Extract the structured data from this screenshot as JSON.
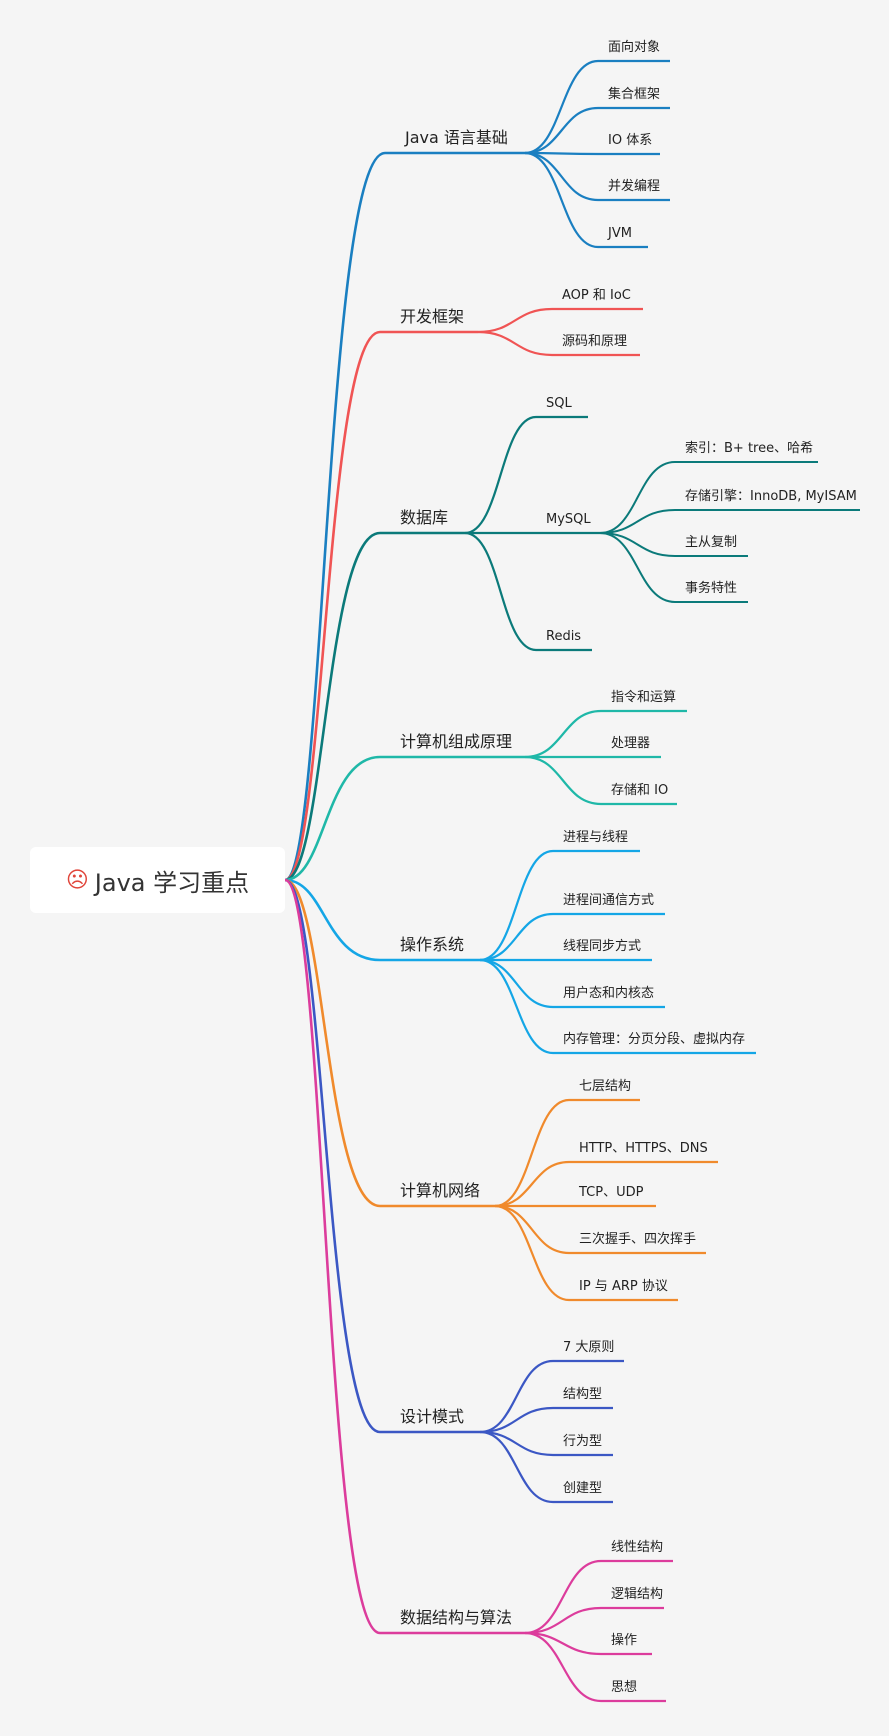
{
  "root": {
    "icon": "smiley-icon",
    "label": "Java 学习重点"
  },
  "branches": [
    {
      "label": "Java 语言基础",
      "color": "#1a7fc1",
      "children": [
        {
          "label": "面向对象"
        },
        {
          "label": "集合框架"
        },
        {
          "label": "IO 体系"
        },
        {
          "label": "并发编程"
        },
        {
          "label": "JVM"
        }
      ]
    },
    {
      "label": "开发框架",
      "color": "#f05454",
      "children": [
        {
          "label": "AOP 和 IoC"
        },
        {
          "label": "源码和原理"
        }
      ]
    },
    {
      "label": "数据库",
      "color": "#0b7a7a",
      "children": [
        {
          "label": "SQL"
        },
        {
          "label": "MySQL",
          "children": [
            {
              "label": "索引：B+ tree、哈希"
            },
            {
              "label": "存储引擎：InnoDB, MyISAM"
            },
            {
              "label": "主从复制"
            },
            {
              "label": "事务特性"
            }
          ]
        },
        {
          "label": "Redis"
        }
      ]
    },
    {
      "label": "计算机组成原理",
      "color": "#1fb8a8",
      "children": [
        {
          "label": "指令和运算"
        },
        {
          "label": "处理器"
        },
        {
          "label": "存储和 IO"
        }
      ]
    },
    {
      "label": "操作系统",
      "color": "#14a6e6",
      "children": [
        {
          "label": "进程与线程"
        },
        {
          "label": "进程间通信方式"
        },
        {
          "label": "线程同步方式"
        },
        {
          "label": "用户态和内核态"
        },
        {
          "label": "内存管理：分页分段、虚拟内存"
        }
      ]
    },
    {
      "label": "计算机网络",
      "color": "#f08a2c",
      "children": [
        {
          "label": "七层结构"
        },
        {
          "label": "HTTP、HTTPS、DNS"
        },
        {
          "label": "TCP、UDP"
        },
        {
          "label": "三次握手、四次挥手"
        },
        {
          "label": "IP 与 ARP 协议"
        }
      ]
    },
    {
      "label": "设计模式",
      "color": "#3b57c4",
      "children": [
        {
          "label": "7 大原则"
        },
        {
          "label": "结构型"
        },
        {
          "label": "行为型"
        },
        {
          "label": "创建型"
        }
      ]
    },
    {
      "label": "数据结构与算法",
      "color": "#dc3c9c",
      "children": [
        {
          "label": "线性结构"
        },
        {
          "label": "逻辑结构"
        },
        {
          "label": "操作"
        },
        {
          "label": "思想"
        }
      ]
    }
  ]
}
